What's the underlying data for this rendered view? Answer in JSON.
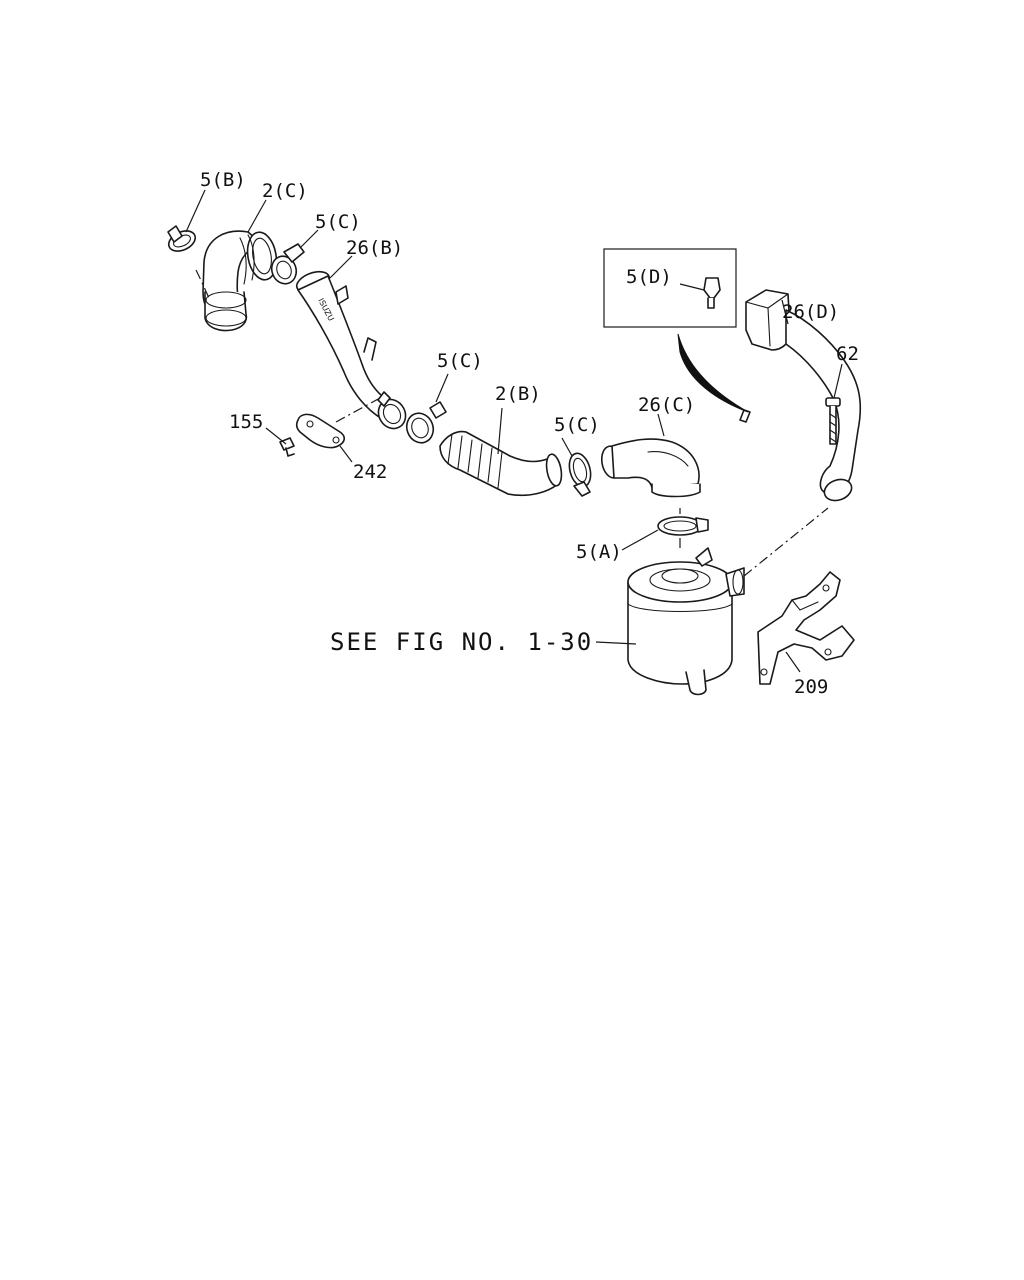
{
  "labels": {
    "p5b": "5(B)",
    "p2c": "2(C)",
    "p5c_top": "5(C)",
    "p26b": "26(B)",
    "p5c_mid": "5(C)",
    "p2b": "2(B)",
    "p5c_right": "5(C)",
    "p26c": "26(C)",
    "p5d": "5(D)",
    "p26d": "26(D)",
    "p62": "62",
    "p155": "155",
    "p242": "242",
    "p5a": "5(A)",
    "p209": "209",
    "see_fig": "SEE FIG NO. 1-30"
  },
  "brand_mark": "ISUZU"
}
